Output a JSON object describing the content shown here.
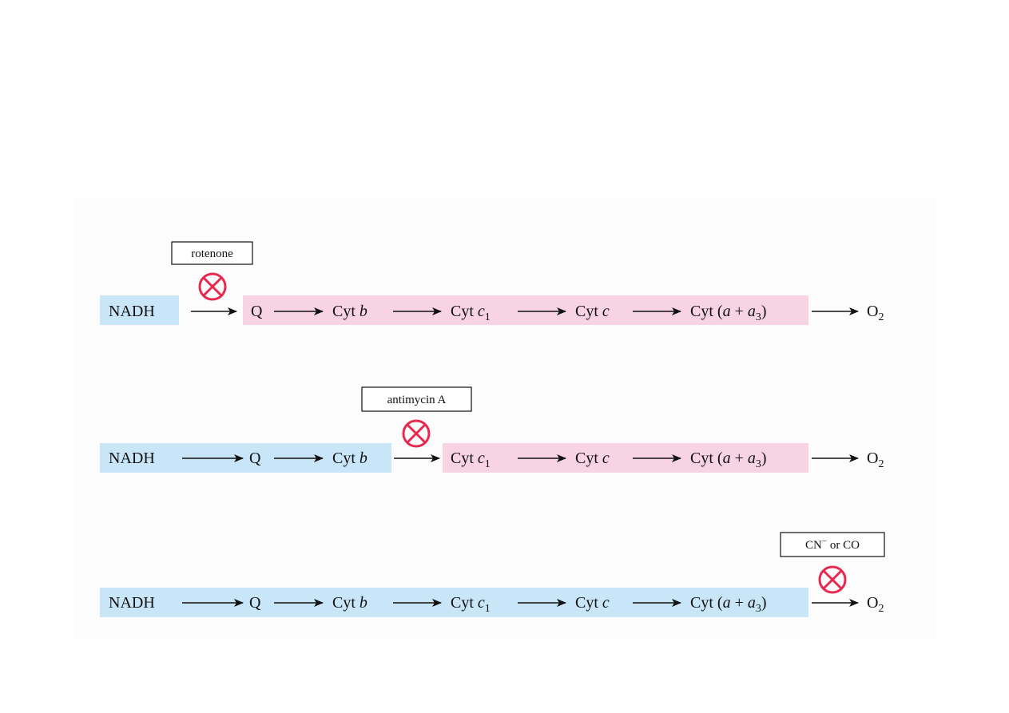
{
  "colors": {
    "oxidized_highlight": "#c8e6f8",
    "reduced_highlight": "#f7d3e3",
    "inhibitor_symbol": "#e8294f",
    "arrow": "#111111"
  },
  "chain": {
    "nadh": "NADH",
    "q": "Q",
    "cyt": "Cyt",
    "b": "b",
    "c1_base": "c",
    "c1_sub": "1",
    "c": "c",
    "open_paren": "(",
    "a": "a",
    "plus": "+",
    "a3_base": "a",
    "a3_sub": "3",
    "close_paren": ")",
    "o_base": "O",
    "o_sub": "2"
  },
  "inhibitors": {
    "rotenone": "rotenone",
    "antimycin": "antimycin A",
    "cn_base": "CN",
    "cn_sup": "−",
    "cn_rest": " or CO"
  },
  "inhibitor_icon": "circled-x-icon"
}
